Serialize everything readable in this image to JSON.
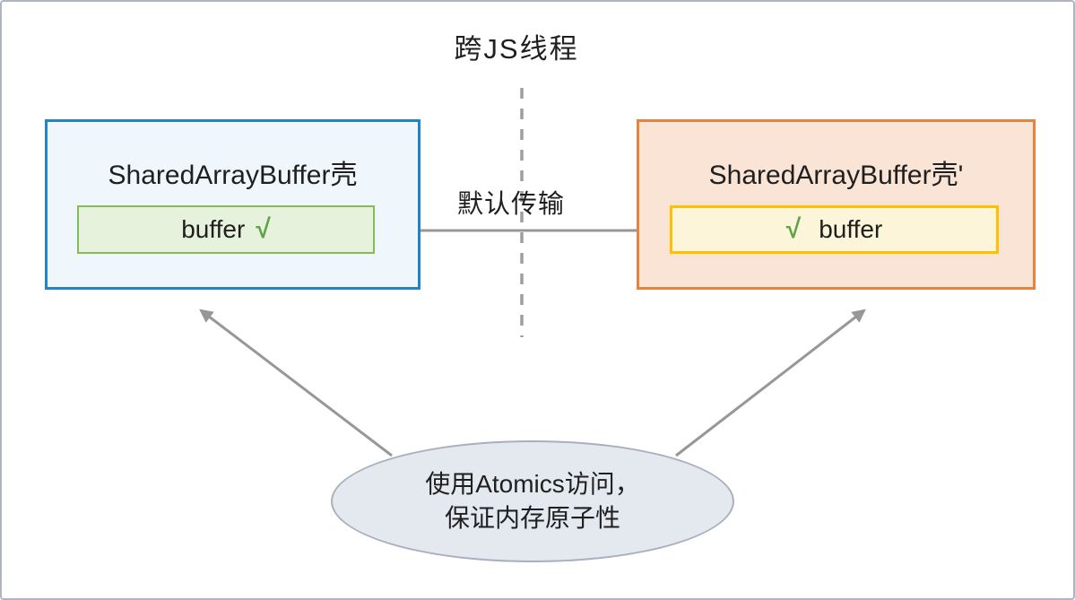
{
  "title": "跨JS线程",
  "transfer_arrow": {
    "label": "默认传输"
  },
  "left_thread": {
    "box_title": "SharedArrayBuffer壳",
    "buffer": {
      "label": "buffer",
      "check": "√"
    }
  },
  "right_thread": {
    "box_title": "SharedArrayBuffer壳'",
    "buffer": {
      "label": "buffer",
      "check": "√"
    }
  },
  "atomics_note": {
    "line1": "使用Atomics访问，",
    "line2": "保证内存原子性"
  },
  "colors": {
    "frame_border": "#AFB5C3",
    "left_box_border": "#2185C5",
    "left_box_fill": "#EFF7FD",
    "right_box_border": "#E8823D",
    "right_box_fill": "#FAE4D6",
    "left_buffer_border": "#82BE55",
    "left_buffer_fill": "#E7F2DC",
    "right_buffer_border": "#FFC000",
    "right_buffer_fill": "#FDF5D9",
    "check_green": "#5FA348",
    "arrow_gray": "#979797",
    "dashed_line_gray": "#9E9E9E",
    "ellipse_fill": "#E4E8EF",
    "ellipse_border": "#A9AFBE"
  }
}
